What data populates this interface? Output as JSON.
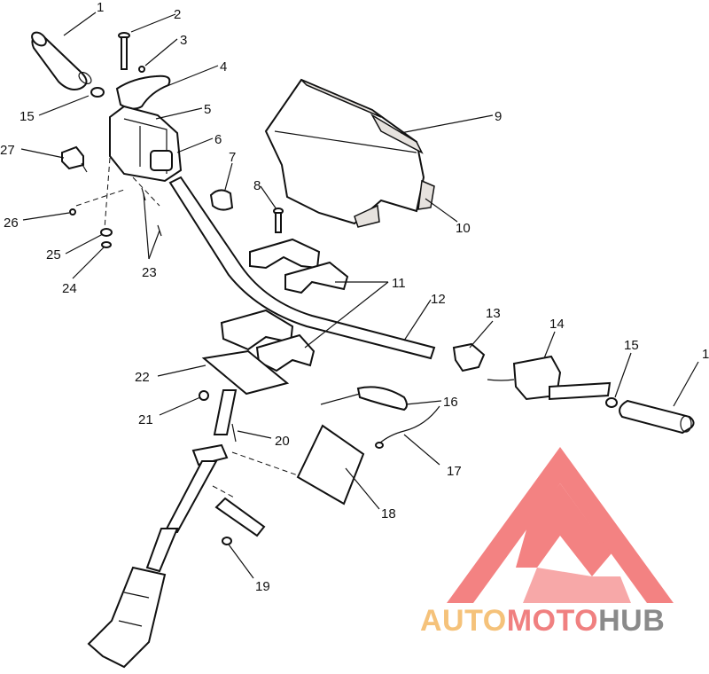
{
  "diagram": {
    "callouts": [
      {
        "id": "1a",
        "label": "1"
      },
      {
        "id": "2",
        "label": "2"
      },
      {
        "id": "3",
        "label": "3"
      },
      {
        "id": "4",
        "label": "4"
      },
      {
        "id": "5",
        "label": "5"
      },
      {
        "id": "6",
        "label": "6"
      },
      {
        "id": "7",
        "label": "7"
      },
      {
        "id": "8",
        "label": "8"
      },
      {
        "id": "9",
        "label": "9"
      },
      {
        "id": "10",
        "label": "10"
      },
      {
        "id": "11",
        "label": "11"
      },
      {
        "id": "12",
        "label": "12"
      },
      {
        "id": "13",
        "label": "13"
      },
      {
        "id": "14",
        "label": "14"
      },
      {
        "id": "15a",
        "label": "15"
      },
      {
        "id": "15b",
        "label": "15"
      },
      {
        "id": "16",
        "label": "16"
      },
      {
        "id": "17",
        "label": "17"
      },
      {
        "id": "18",
        "label": "18"
      },
      {
        "id": "19",
        "label": "19"
      },
      {
        "id": "20",
        "label": "20"
      },
      {
        "id": "21",
        "label": "21"
      },
      {
        "id": "22",
        "label": "22"
      },
      {
        "id": "23",
        "label": "23"
      },
      {
        "id": "24",
        "label": "24"
      },
      {
        "id": "25",
        "label": "25"
      },
      {
        "id": "26",
        "label": "26"
      },
      {
        "id": "27",
        "label": "27"
      }
    ]
  },
  "watermark": {
    "part1": "AUTO",
    "part2": "MOTO",
    "part3": "HUB",
    "colors": {
      "auto": "#f5c27a",
      "moto": "#f08080",
      "hub": "#8a8a8a",
      "logo": "#f26d6d"
    }
  }
}
